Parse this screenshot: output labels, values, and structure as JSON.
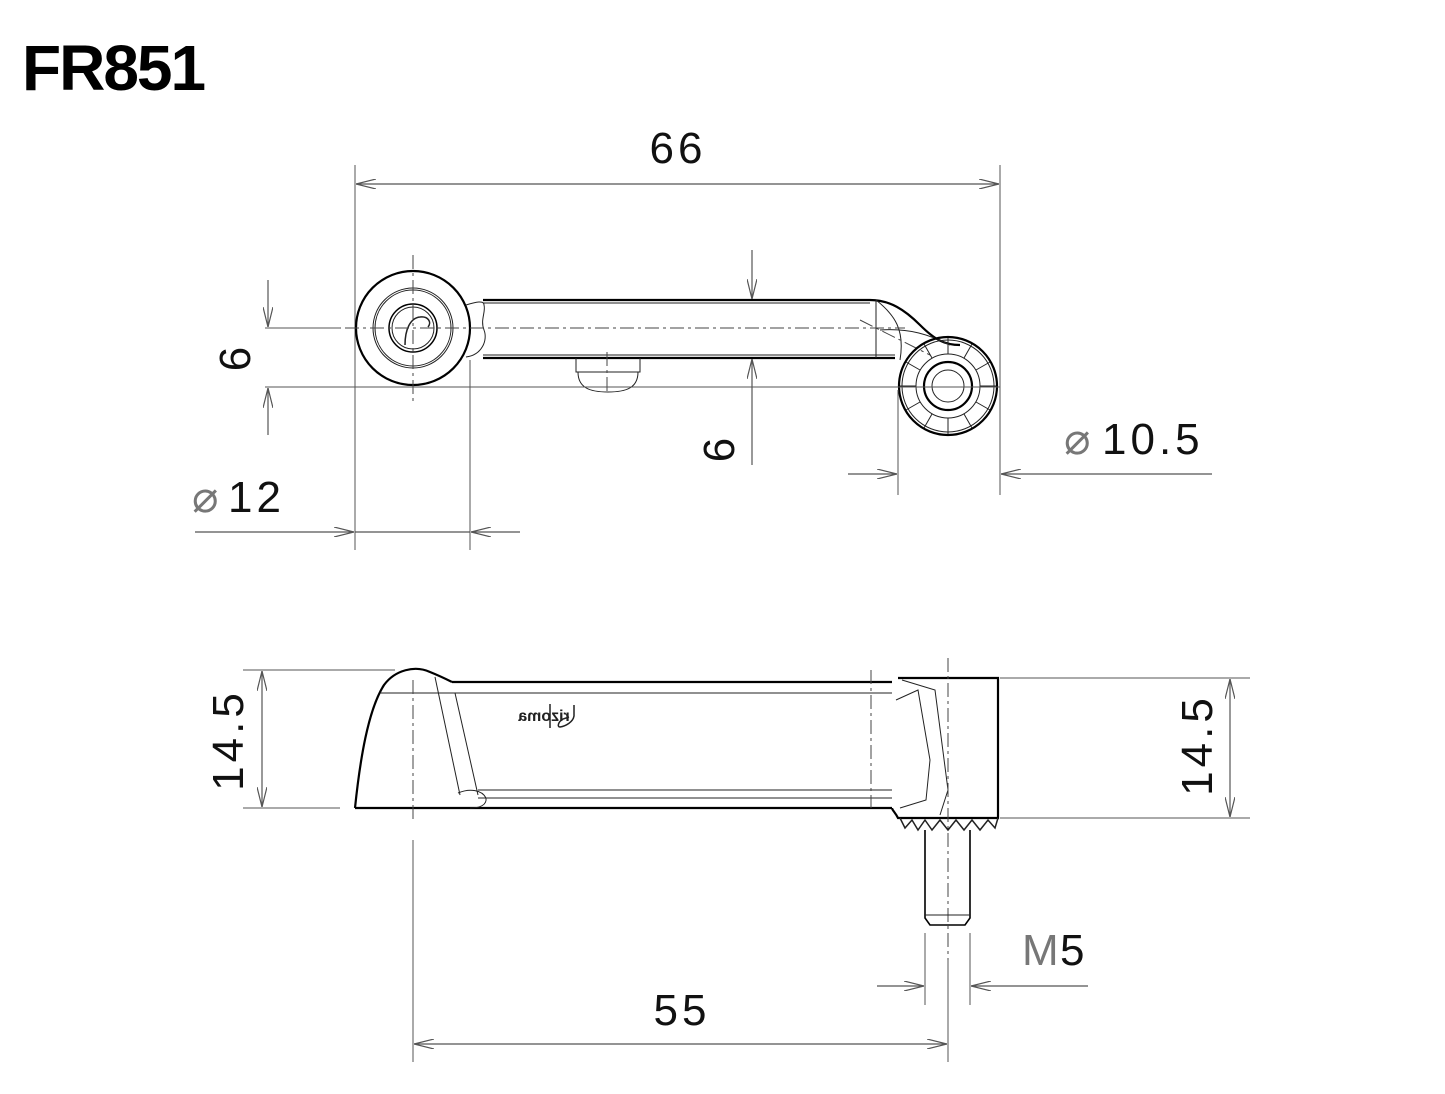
{
  "title": "FR851",
  "top_view": {
    "overall_length": "66",
    "left_eye_offset": "6",
    "arm_offset": "6",
    "left_diameter_symbol": "⌀",
    "left_diameter": "12",
    "right_diameter_symbol": "⌀",
    "right_diameter": "10.5"
  },
  "side_view": {
    "left_height": "14.5",
    "right_height": "14.5",
    "thread_prefix": "M",
    "thread_size": "5",
    "center_distance": "55",
    "logo_text": "rizoma"
  }
}
